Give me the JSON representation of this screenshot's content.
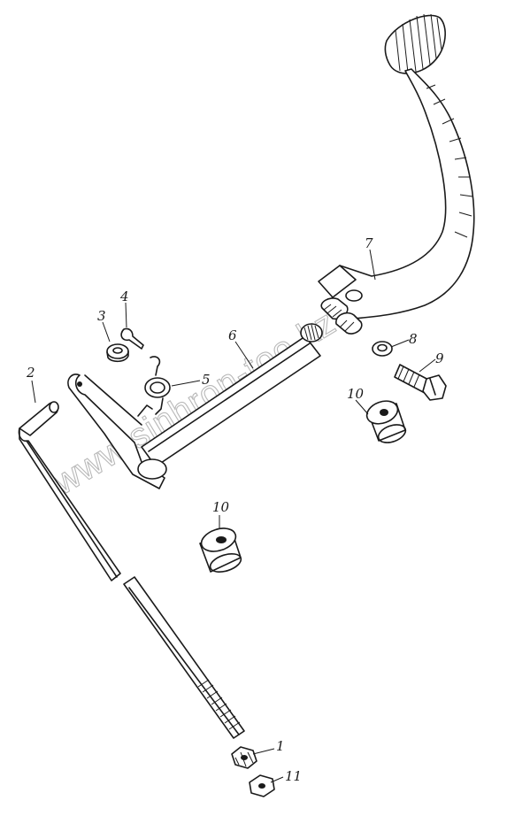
{
  "watermark": "www.sinhron-too.kz",
  "callouts": [
    {
      "id": "c1",
      "text": "1"
    },
    {
      "id": "c2",
      "text": "2"
    },
    {
      "id": "c3",
      "text": "3"
    },
    {
      "id": "c4",
      "text": "4"
    },
    {
      "id": "c5",
      "text": "5"
    },
    {
      "id": "c6",
      "text": "6"
    },
    {
      "id": "c7",
      "text": "7"
    },
    {
      "id": "c8",
      "text": "8"
    },
    {
      "id": "c9",
      "text": "9"
    },
    {
      "id": "c10a",
      "text": "10"
    },
    {
      "id": "c10b",
      "text": "10"
    },
    {
      "id": "c11",
      "text": "11"
    }
  ]
}
